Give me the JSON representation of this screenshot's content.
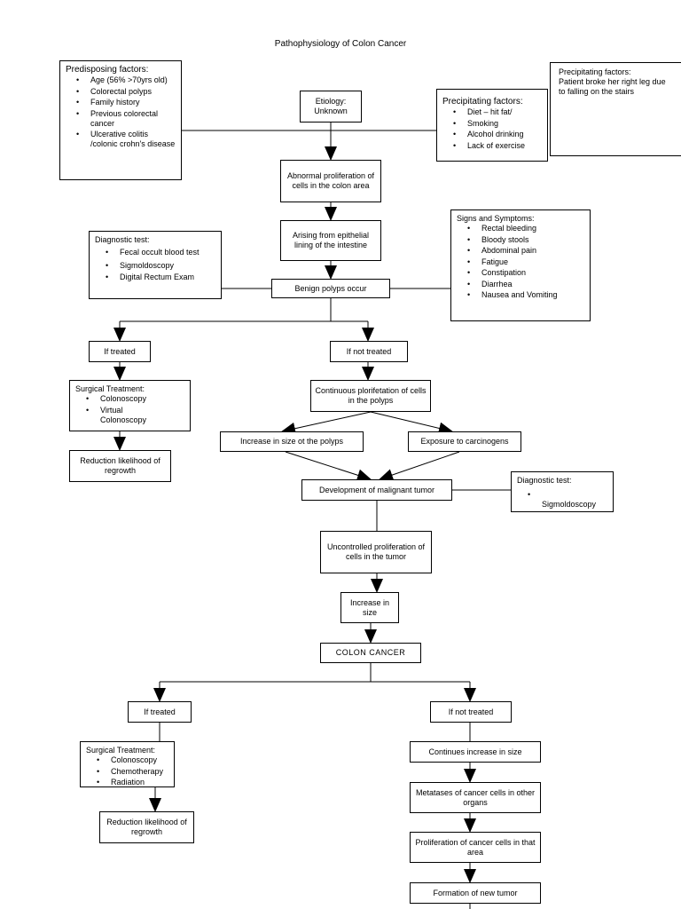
{
  "title": "Pathophysiology of Colon Cancer",
  "predisposing": {
    "heading": "Predisposing factors:",
    "items": [
      "Age (56% >70yrs old)",
      "Colorectal polyps",
      "Family history",
      "Previous colorectal cancer",
      "Ulcerative colitis /colonic crohn's disease"
    ]
  },
  "etiology": "Etiology: Unknown",
  "precipitating_list": {
    "heading": "Precipitating factors:",
    "items": [
      "Diet – hit fat/",
      "Smoking",
      "Alcohol drinking",
      "Lack of exercise"
    ]
  },
  "precipitating_note": {
    "heading": "Precipitating factors:",
    "text": "Patient broke her right leg due to falling on the stairs"
  },
  "abnormal": "Abnormal proliferation of cells in the colon area",
  "arising": "Arising from epithelial lining of the intestine",
  "benign": "Benign polyps occur",
  "diagnostic1": {
    "heading": "Diagnostic test:",
    "items": [
      "Fecal occult blood test",
      "Sigmoldoscopy",
      "Digital Rectum Exam"
    ]
  },
  "signs": {
    "heading": "Signs and Symptoms:",
    "items": [
      "Rectal bleeding",
      "Bloody stools",
      "Abdominal pain",
      "Fatigue",
      "Constipation",
      "Diarrhea",
      "Nausea and Vomiting"
    ]
  },
  "if_treated_1": "If treated",
  "if_not_treated_1": "If not treated",
  "surgical1": {
    "heading": "Surgical Treatment:",
    "items": [
      "Colonoscopy",
      "Virtual Colonoscopy"
    ]
  },
  "reduction1": "Reduction likelihood of regrowth",
  "continuous": "Continuous plorifetation of cells in the polyps",
  "increase_polyps": "Increase in size ot the polyps",
  "exposure": "Exposure to carcinogens",
  "development": "Development of malignant tumor",
  "diagnostic2": {
    "heading": "Diagnostic test:",
    "items": [
      "Sigmoldoscopy"
    ]
  },
  "uncontrolled": "Uncontrolled proliferation of cells in the tumor",
  "increase_size": "Increase in size",
  "colon_cancer": "COLON CANCER",
  "if_treated_2": "If treated",
  "if_not_treated_2": "If not treated",
  "surgical2": {
    "heading": "Surgical Treatment:",
    "items": [
      "Colonoscopy",
      "Chemotherapy",
      "Radiation"
    ]
  },
  "reduction2": "Reduction likelihood of regrowth",
  "continues_increase": "Continues increase in size",
  "metastases": "Metatases of cancer cells in other organs",
  "proliferation_area": "Proliferation of cancer cells in that area",
  "new_tumor": "Formation of new tumor"
}
